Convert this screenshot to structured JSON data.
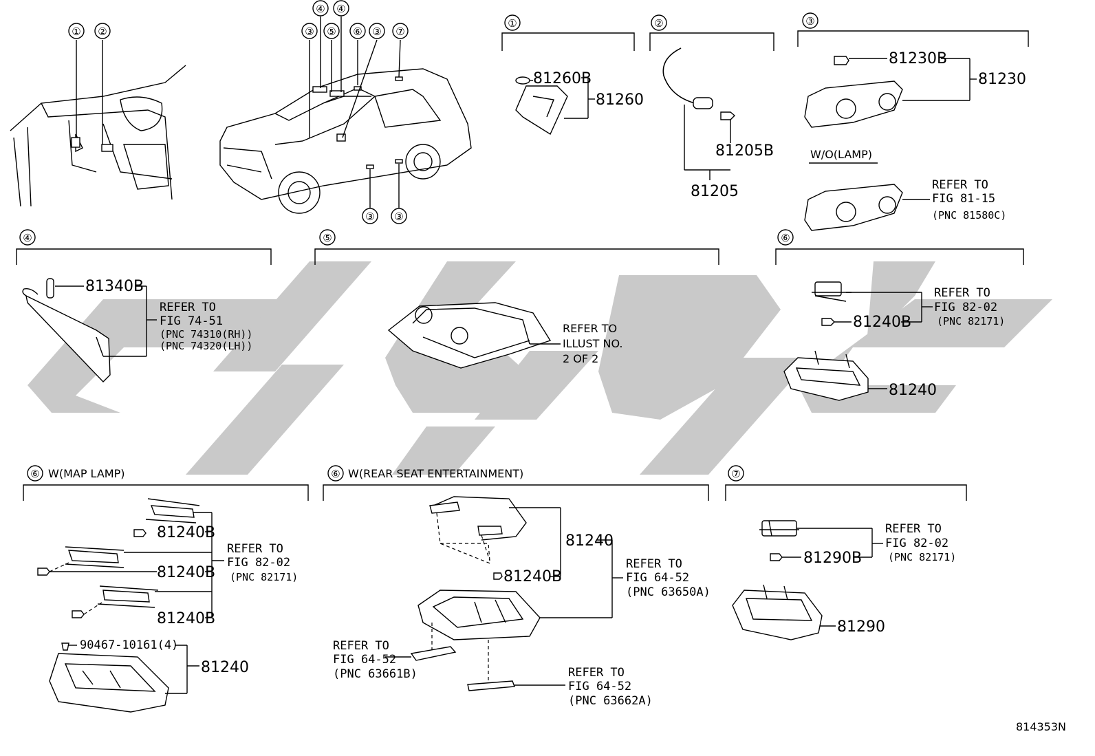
{
  "watermark": "GPC",
  "figure_number": "814353N",
  "callouts": {
    "c1": "①",
    "c2": "②",
    "c3": "③",
    "c4": "④",
    "c5": "⑤",
    "c6": "⑥",
    "c7": "⑦"
  },
  "section6_map": "W(MAP LAMP)",
  "section6_rse": "W(REAR SEAT ENTERTAINMENT)",
  "s1": {
    "p1": "81260B",
    "p2": "81260"
  },
  "s2": {
    "p1": "81205B",
    "p2": "81205"
  },
  "s3": {
    "p1": "81230B",
    "p2": "81230",
    "variant": "W/O(LAMP)",
    "ref1": "REFER TO",
    "ref2": "FIG 81-15",
    "ref3": "(PNC 81580C)"
  },
  "s4": {
    "p1": "81340B",
    "ref1": "REFER TO",
    "ref2": "FIG 74-51",
    "ref3": "(PNC 74310(RH))",
    "ref4": "(PNC 74320(LH))"
  },
  "s5": {
    "ref1": "REFER TO",
    "ref2": "ILLUST NO.",
    "ref3": "2 OF 2"
  },
  "s6": {
    "ref1": "REFER TO",
    "ref2": "FIG 82-02",
    "ref3": "(PNC 82171)",
    "p1": "81240B",
    "p2": "81240"
  },
  "s6map": {
    "b1": "81240B",
    "b2": "81240B",
    "b3": "81240B",
    "ref1": "REFER TO",
    "ref2": "FIG 82-02",
    "ref3": "(PNC 82171)",
    "screw": "90467-10161(4)",
    "p": "81240"
  },
  "s6rse": {
    "p": "81240",
    "b": "81240B",
    "refA1": "REFER TO",
    "refA2": "FIG 64-52",
    "refA3": "(PNC 63650A)",
    "refB1": "REFER TO",
    "refB2": "FIG 64-52",
    "refB3": "(PNC 63661B)",
    "refC1": "REFER TO",
    "refC2": "FIG 64-52",
    "refC3": "(PNC 63662A)"
  },
  "s7": {
    "ref1": "REFER TO",
    "ref2": "FIG 82-02",
    "ref3": "(PNC 82171)",
    "p1": "81290B",
    "p2": "81290"
  }
}
